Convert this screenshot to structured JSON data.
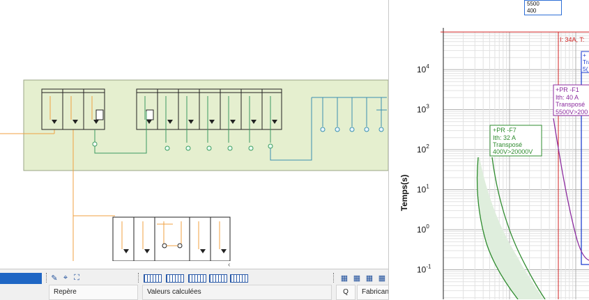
{
  "value_box": {
    "line1": "5500",
    "line2": "400"
  },
  "chart_data": {
    "type": "line",
    "ylabel": "Temps(s)",
    "yscale": "log",
    "y_ticks": [
      {
        "base": "10",
        "exp": "4"
      },
      {
        "base": "10",
        "exp": "3"
      },
      {
        "base": "10",
        "exp": "2"
      },
      {
        "base": "10",
        "exp": "1"
      },
      {
        "base": "10",
        "exp": "0"
      },
      {
        "base": "10",
        "exp": "-1"
      }
    ],
    "marker_label": "I: 34A, T:",
    "series": [
      {
        "name": "+PR -F7",
        "lines": [
          "+PR -F7",
          "Ith: 32 A",
          "Transposé",
          "400V>20000V"
        ],
        "color": "#2e8b2e"
      },
      {
        "name": "+PR -F1",
        "lines": [
          "+PR -F1",
          "Ith: 40 A",
          "Transposé",
          "5500V>200"
        ],
        "color": "#8b2a9e"
      },
      {
        "name": "+",
        "lines": [
          "+",
          "Tra",
          "5("
        ],
        "color": "#1f3fd1"
      }
    ]
  },
  "toolbar": {
    "panel_repere": "Repère",
    "panel_valeurs": "Valeurs calculées",
    "panel_q": "Q",
    "panel_fabricant": "Fabricant",
    "scroll_left": "‹"
  }
}
